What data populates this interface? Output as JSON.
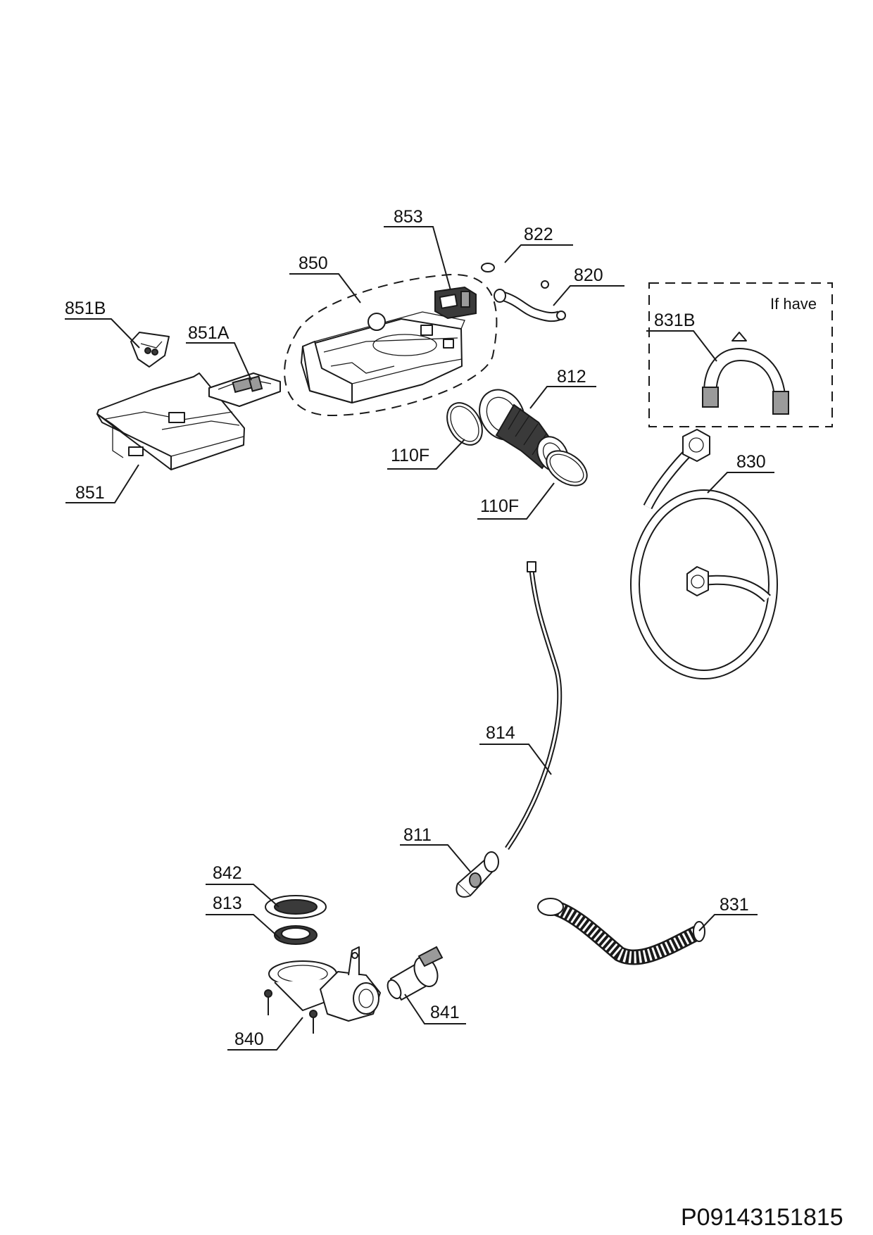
{
  "document_id": "P09143151815",
  "optional_group": {
    "note": "If have"
  },
  "parts": {
    "p853": "853",
    "p822": "822",
    "p820": "820",
    "p850": "850",
    "p851B": "851B",
    "p851A": "851A",
    "p831B": "831B",
    "p812": "812",
    "p110F_a": "110F",
    "p110F_b": "110F",
    "p851": "851",
    "p830": "830",
    "p814": "814",
    "p811": "811",
    "p842": "842",
    "p813": "813",
    "p831": "831",
    "p841": "841",
    "p840": "840"
  }
}
